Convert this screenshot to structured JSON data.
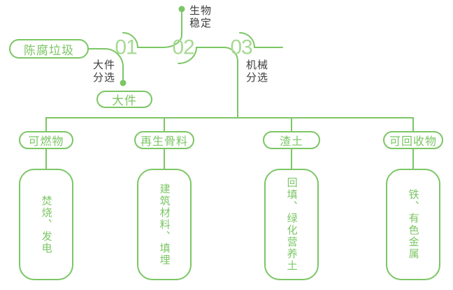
{
  "colors": {
    "line_green": "#7cc665",
    "number_green": "#a8d994",
    "label_dark": "#3d3d3d",
    "background": "#ffffff"
  },
  "flow": {
    "source": "陈腐垃圾",
    "stages": [
      {
        "number": "01",
        "label_line1": "大件",
        "label_line2": "分选",
        "branch": "大件"
      },
      {
        "number": "02",
        "label_line1": "生物",
        "label_line2": "稳定"
      },
      {
        "number": "03",
        "label_line1": "机械",
        "label_line2": "分选"
      }
    ]
  },
  "outputs": [
    {
      "category": "可燃物",
      "use": "焚烧、发电"
    },
    {
      "category": "再生骨料",
      "use": "建筑材料、填埋"
    },
    {
      "category": "渣土",
      "use": "回填、绿化营养土"
    },
    {
      "category": "可回收物",
      "use": "铁、有色金属"
    }
  ],
  "icons": {
    "node_dot": "branch-dot"
  }
}
